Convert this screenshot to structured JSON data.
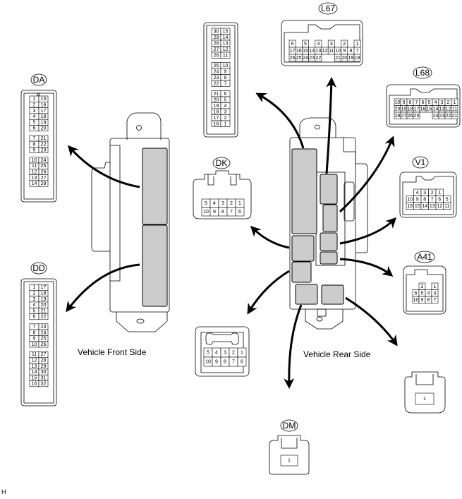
{
  "captions": {
    "front": "Vehicle Front Side",
    "rear": "Vehicle Rear Side",
    "footnote": "H"
  },
  "colors": {
    "line": "#000000",
    "fill_gray": "#cccccc",
    "background": "#ffffff"
  },
  "connectors": {
    "DA": {
      "label": "DA",
      "groups": [
        [
          [
            "1",
            "15"
          ],
          [
            "2",
            "16"
          ],
          [
            "3",
            "17"
          ],
          [
            "4",
            "18"
          ],
          [
            "5",
            "19"
          ],
          [
            "6",
            "20"
          ]
        ],
        [
          [
            "7",
            "21"
          ],
          [
            "8",
            "22"
          ],
          [
            "9",
            "23"
          ]
        ],
        [
          [
            "10",
            "24"
          ],
          [
            "11",
            "25"
          ],
          [
            "12",
            "26"
          ],
          [
            "13",
            "27"
          ],
          [
            "14",
            "28"
          ]
        ]
      ]
    },
    "DD": {
      "label": "DD",
      "groups": [
        [
          [
            "1",
            "17"
          ],
          [
            "2",
            "18"
          ],
          [
            "3",
            "19"
          ],
          [
            "4",
            "20"
          ],
          [
            "5",
            "21"
          ],
          [
            "6",
            "22"
          ]
        ],
        [
          [
            "7",
            "23"
          ],
          [
            "8",
            "24"
          ],
          [
            "9",
            "25"
          ],
          [
            "10",
            "26"
          ]
        ],
        [
          [
            "11",
            "27"
          ],
          [
            "12",
            "28"
          ],
          [
            "13",
            "29"
          ],
          [
            "14",
            "30"
          ],
          [
            "15",
            "31"
          ],
          [
            "16",
            "32"
          ]
        ]
      ]
    },
    "unlabeled_30pin": {
      "label": "",
      "groups": [
        [
          [
            "30",
            "15"
          ],
          [
            "29",
            "14"
          ],
          [
            "28",
            "13"
          ],
          [
            "27",
            "12"
          ],
          [
            "26",
            "11"
          ]
        ],
        [
          [
            "25",
            "10"
          ],
          [
            "24",
            "9"
          ],
          [
            "23",
            "8"
          ],
          [
            "22",
            "7"
          ]
        ],
        [
          [
            "21",
            "6"
          ],
          [
            "20",
            "5"
          ],
          [
            "19",
            "4"
          ],
          [
            "18",
            "3"
          ],
          [
            "17",
            "2"
          ],
          [
            "16",
            "1"
          ]
        ]
      ]
    },
    "L67": {
      "label": "L67",
      "rows": [
        [
          "6",
          "",
          "5",
          "",
          "4",
          "",
          "3",
          "",
          "2",
          "",
          "1"
        ],
        [
          "17",
          "16",
          "15",
          "14",
          "13",
          "12",
          "11",
          "10",
          "9",
          "8",
          "7"
        ],
        [
          "26",
          "25",
          "24",
          "23",
          "22",
          "",
          "",
          "21",
          "20",
          "19",
          "18"
        ]
      ]
    },
    "L68": {
      "label": "L68",
      "rows": [
        [
          "10",
          "9",
          "8",
          "7",
          "6",
          "5",
          "4",
          "3",
          "2",
          "1"
        ],
        [
          "20",
          "19",
          "18",
          "17",
          "16",
          "15",
          "14",
          "13",
          "12",
          "11"
        ],
        [
          "28",
          "27",
          "26",
          "25",
          "",
          "",
          "24",
          "23",
          "22",
          "21"
        ]
      ]
    },
    "V1": {
      "label": "V1",
      "rows": [
        [
          "",
          "4",
          "3",
          "2",
          "1",
          ""
        ],
        [
          "10",
          "9",
          "8",
          "7",
          "6",
          "5"
        ],
        [
          "16",
          "15",
          "14",
          "13",
          "12",
          "11"
        ]
      ]
    },
    "A41": {
      "label": "A41",
      "rows": [
        [
          "",
          "2",
          "",
          "1"
        ],
        [
          "6",
          "5",
          "4",
          "3"
        ],
        [
          "10",
          "9",
          "8",
          "7"
        ]
      ]
    },
    "DK": {
      "label": "DK",
      "rows": [
        [
          "5",
          "4",
          "3",
          "2",
          "1"
        ],
        [
          "10",
          "9",
          "8",
          "7",
          "6"
        ]
      ]
    },
    "unlabeled_10pin": {
      "label": "",
      "rows": [
        [
          "5",
          "4",
          "3",
          "2",
          "1"
        ],
        [
          "10",
          "9",
          "8",
          "7",
          "6"
        ]
      ]
    },
    "unlabeled_1pin": {
      "label": "",
      "rows": [
        [
          "1"
        ]
      ]
    },
    "DM": {
      "label": "DM",
      "rows": [
        [
          "1"
        ]
      ]
    }
  }
}
